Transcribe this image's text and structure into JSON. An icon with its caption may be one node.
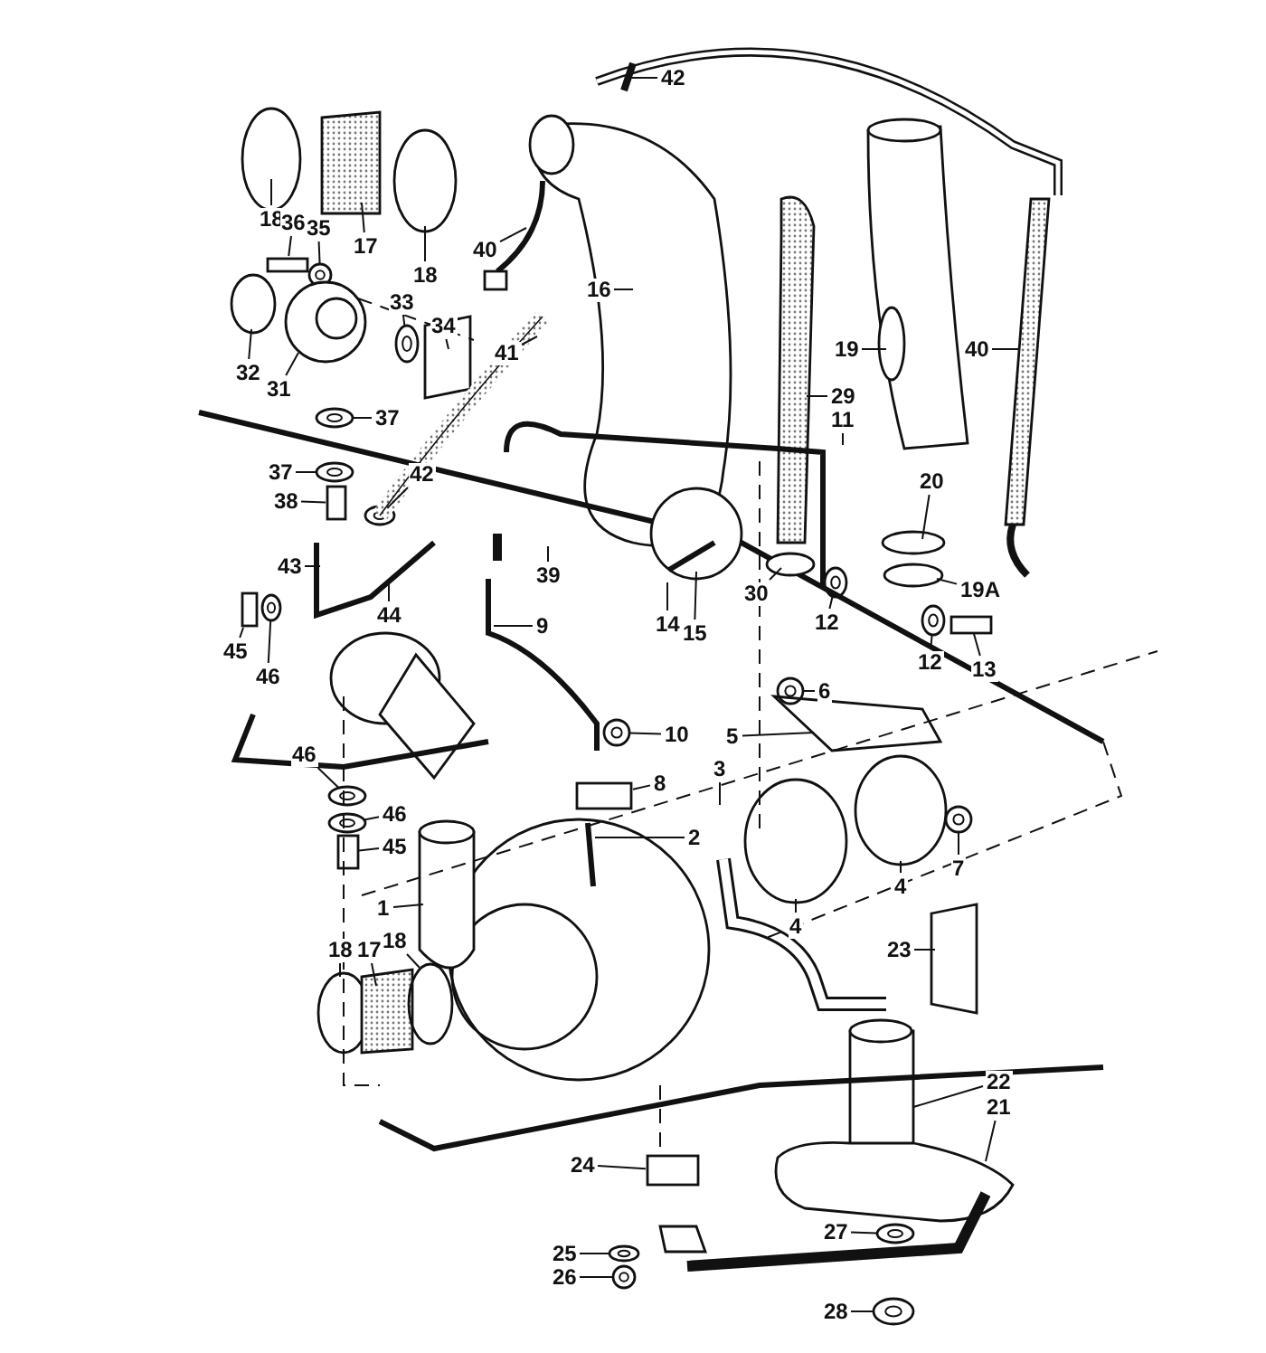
{
  "diagram": {
    "nodes": [
      {
        "text": [
          "42"
        ]
      },
      {
        "text": [
          "18"
        ]
      },
      {
        "text": [
          "36"
        ]
      },
      {
        "text": [
          "35"
        ]
      },
      {
        "text": [
          "17"
        ]
      },
      {
        "text": [
          "18"
        ]
      },
      {
        "text": [
          "40"
        ]
      },
      {
        "text": [
          "16"
        ]
      },
      {
        "text": [
          "32"
        ]
      },
      {
        "text": [
          "31"
        ]
      },
      {
        "text": [
          "33"
        ]
      },
      {
        "text": [
          "34"
        ]
      },
      {
        "text": [
          "41"
        ]
      },
      {
        "text": [
          "37"
        ]
      },
      {
        "text": [
          "37"
        ]
      },
      {
        "text": [
          "38"
        ]
      },
      {
        "text": [
          "42"
        ]
      },
      {
        "text": [
          "19"
        ]
      },
      {
        "text": [
          "40"
        ]
      },
      {
        "text": [
          "29"
        ]
      },
      {
        "text": [
          "11"
        ]
      },
      {
        "text": [
          "20"
        ]
      },
      {
        "text": [
          "19A"
        ]
      },
      {
        "text": [
          "30"
        ]
      },
      {
        "text": [
          "12"
        ]
      },
      {
        "text": [
          "12"
        ]
      },
      {
        "text": [
          "13"
        ]
      },
      {
        "text": [
          "43"
        ]
      },
      {
        "text": [
          "44"
        ]
      },
      {
        "text": [
          "39"
        ]
      },
      {
        "text": [
          "14"
        ]
      },
      {
        "text": [
          "15"
        ]
      },
      {
        "text": [
          "45"
        ]
      },
      {
        "text": [
          "46"
        ]
      },
      {
        "text": [
          "9"
        ]
      },
      {
        "text": [
          "6"
        ]
      },
      {
        "text": [
          "5"
        ]
      },
      {
        "text": [
          "10"
        ]
      },
      {
        "text": [
          "3"
        ]
      },
      {
        "text": [
          "46"
        ]
      },
      {
        "text": [
          "8"
        ]
      },
      {
        "text": [
          "46"
        ]
      },
      {
        "text": [
          "2"
        ]
      },
      {
        "text": [
          "45"
        ]
      },
      {
        "text": [
          "4"
        ]
      },
      {
        "text": [
          "4"
        ]
      },
      {
        "text": [
          "7"
        ]
      },
      {
        "text": [
          "1"
        ]
      },
      {
        "text": [
          "18"
        ]
      },
      {
        "text": [
          "18"
        ]
      },
      {
        "text": [
          "17"
        ]
      },
      {
        "text": [
          "23"
        ]
      },
      {
        "text": [
          "22"
        ]
      },
      {
        "text": [
          "21"
        ]
      },
      {
        "text": [
          "24"
        ]
      },
      {
        "text": [
          "27"
        ]
      },
      {
        "text": [
          "25"
        ]
      },
      {
        "text": [
          "26"
        ]
      },
      {
        "text": [
          "28"
        ]
      },
      {
        "text": [],
        "shape": "circle"
      },
      {
        "text": [],
        "shape": "circle"
      },
      {
        "text": [],
        "shape": "circle"
      },
      {
        "text": [],
        "shape": "box"
      },
      {
        "text": [],
        "shape": "circle"
      },
      {
        "text": [],
        "shape": "circle"
      },
      {
        "text": [],
        "shape": "circle"
      },
      {
        "text": [],
        "shape": "box"
      },
      {
        "text": [],
        "shape": "circle"
      },
      {
        "text": [],
        "shape": "circle"
      },
      {
        "text": [],
        "shape": "circle"
      },
      {
        "text": [],
        "shape": "circle"
      },
      {
        "text": [],
        "shape": "circle"
      },
      {
        "text": [],
        "shape": "box"
      },
      {
        "text": [],
        "shape": "circle"
      },
      {
        "text": [],
        "shape": "circle"
      },
      {
        "text": [],
        "shape": "circle"
      },
      {
        "text": [],
        "shape": "circle"
      },
      {
        "text": [],
        "shape": "circle"
      },
      {
        "text": [],
        "shape": "box"
      },
      {
        "text": [],
        "shape": "box"
      },
      {
        "text": [],
        "shape": "circle"
      },
      {
        "text": [],
        "shape": "box"
      },
      {
        "text": [],
        "shape": "box"
      }
    ],
    "edges": [
      {
        "from": 0,
        "to": null,
        "arrow": "none"
      },
      {
        "from": 1,
        "to": null,
        "arrow": "none"
      },
      {
        "from": 2,
        "to": 78,
        "arrow": "none"
      },
      {
        "from": 3,
        "to": 59,
        "arrow": "none"
      },
      {
        "from": 4,
        "to": null,
        "arrow": "none"
      },
      {
        "from": 5,
        "to": null,
        "arrow": "none"
      },
      {
        "from": 6,
        "to": null,
        "arrow": "none"
      },
      {
        "from": 7,
        "to": null,
        "arrow": "none"
      },
      {
        "from": 8,
        "to": null,
        "arrow": "none"
      },
      {
        "from": 9,
        "to": null,
        "arrow": "none"
      },
      {
        "from": 10,
        "to": 80,
        "arrow": "none"
      },
      {
        "from": 11,
        "to": null,
        "arrow": "none"
      },
      {
        "from": 12,
        "to": null,
        "arrow": "none"
      },
      {
        "from": 13,
        "to": 60,
        "arrow": "none"
      },
      {
        "from": 14,
        "to": 61,
        "arrow": "none"
      },
      {
        "from": 15,
        "to": 62,
        "arrow": "none"
      },
      {
        "from": 16,
        "to": 63,
        "arrow": "none"
      },
      {
        "from": 17,
        "to": null,
        "arrow": "none"
      },
      {
        "from": 18,
        "to": null,
        "arrow": "none"
      },
      {
        "from": 19,
        "to": null,
        "arrow": "none"
      },
      {
        "from": 20,
        "to": null,
        "arrow": "none"
      },
      {
        "from": 21,
        "to": null,
        "arrow": "none"
      },
      {
        "from": 22,
        "to": null,
        "arrow": "none"
      },
      {
        "from": 23,
        "to": null,
        "arrow": "none"
      },
      {
        "from": 24,
        "to": 64,
        "arrow": "none"
      },
      {
        "from": 25,
        "to": 65,
        "arrow": "none"
      },
      {
        "from": 26,
        "to": 66,
        "arrow": "none"
      },
      {
        "from": 27,
        "to": null,
        "arrow": "none"
      },
      {
        "from": 28,
        "to": null,
        "arrow": "none"
      },
      {
        "from": 29,
        "to": null,
        "arrow": "none"
      },
      {
        "from": 30,
        "to": null,
        "arrow": "none"
      },
      {
        "from": 31,
        "to": null,
        "arrow": "none"
      },
      {
        "from": 32,
        "to": 79,
        "arrow": "none"
      },
      {
        "from": 33,
        "to": 67,
        "arrow": "none"
      },
      {
        "from": 34,
        "to": null,
        "arrow": "none"
      },
      {
        "from": 35,
        "to": 68,
        "arrow": "none"
      },
      {
        "from": 36,
        "to": null,
        "arrow": "none"
      },
      {
        "from": 37,
        "to": 69,
        "arrow": "none"
      },
      {
        "from": 38,
        "to": null,
        "arrow": "none"
      },
      {
        "from": 39,
        "to": 70,
        "arrow": "none"
      },
      {
        "from": 40,
        "to": 81,
        "arrow": "none"
      },
      {
        "from": 41,
        "to": 71,
        "arrow": "none"
      },
      {
        "from": 42,
        "to": null,
        "arrow": "none"
      },
      {
        "from": 43,
        "to": 72,
        "arrow": "none"
      },
      {
        "from": 44,
        "to": null,
        "arrow": "none"
      },
      {
        "from": 45,
        "to": null,
        "arrow": "none"
      },
      {
        "from": 46,
        "to": 73,
        "arrow": "none"
      },
      {
        "from": 47,
        "to": null,
        "arrow": "none"
      },
      {
        "from": 48,
        "to": null,
        "arrow": "none"
      },
      {
        "from": 49,
        "to": null,
        "arrow": "none"
      },
      {
        "from": 50,
        "to": null,
        "arrow": "none"
      },
      {
        "from": 51,
        "to": null,
        "arrow": "none"
      },
      {
        "from": 52,
        "to": null,
        "arrow": "none"
      },
      {
        "from": 53,
        "to": null,
        "arrow": "none"
      },
      {
        "from": 54,
        "to": 82,
        "arrow": "none"
      },
      {
        "from": 55,
        "to": 74,
        "arrow": "none"
      },
      {
        "from": 56,
        "to": 75,
        "arrow": "none"
      },
      {
        "from": 57,
        "to": 76,
        "arrow": "none"
      },
      {
        "from": 58,
        "to": 77,
        "arrow": "none"
      }
    ]
  }
}
